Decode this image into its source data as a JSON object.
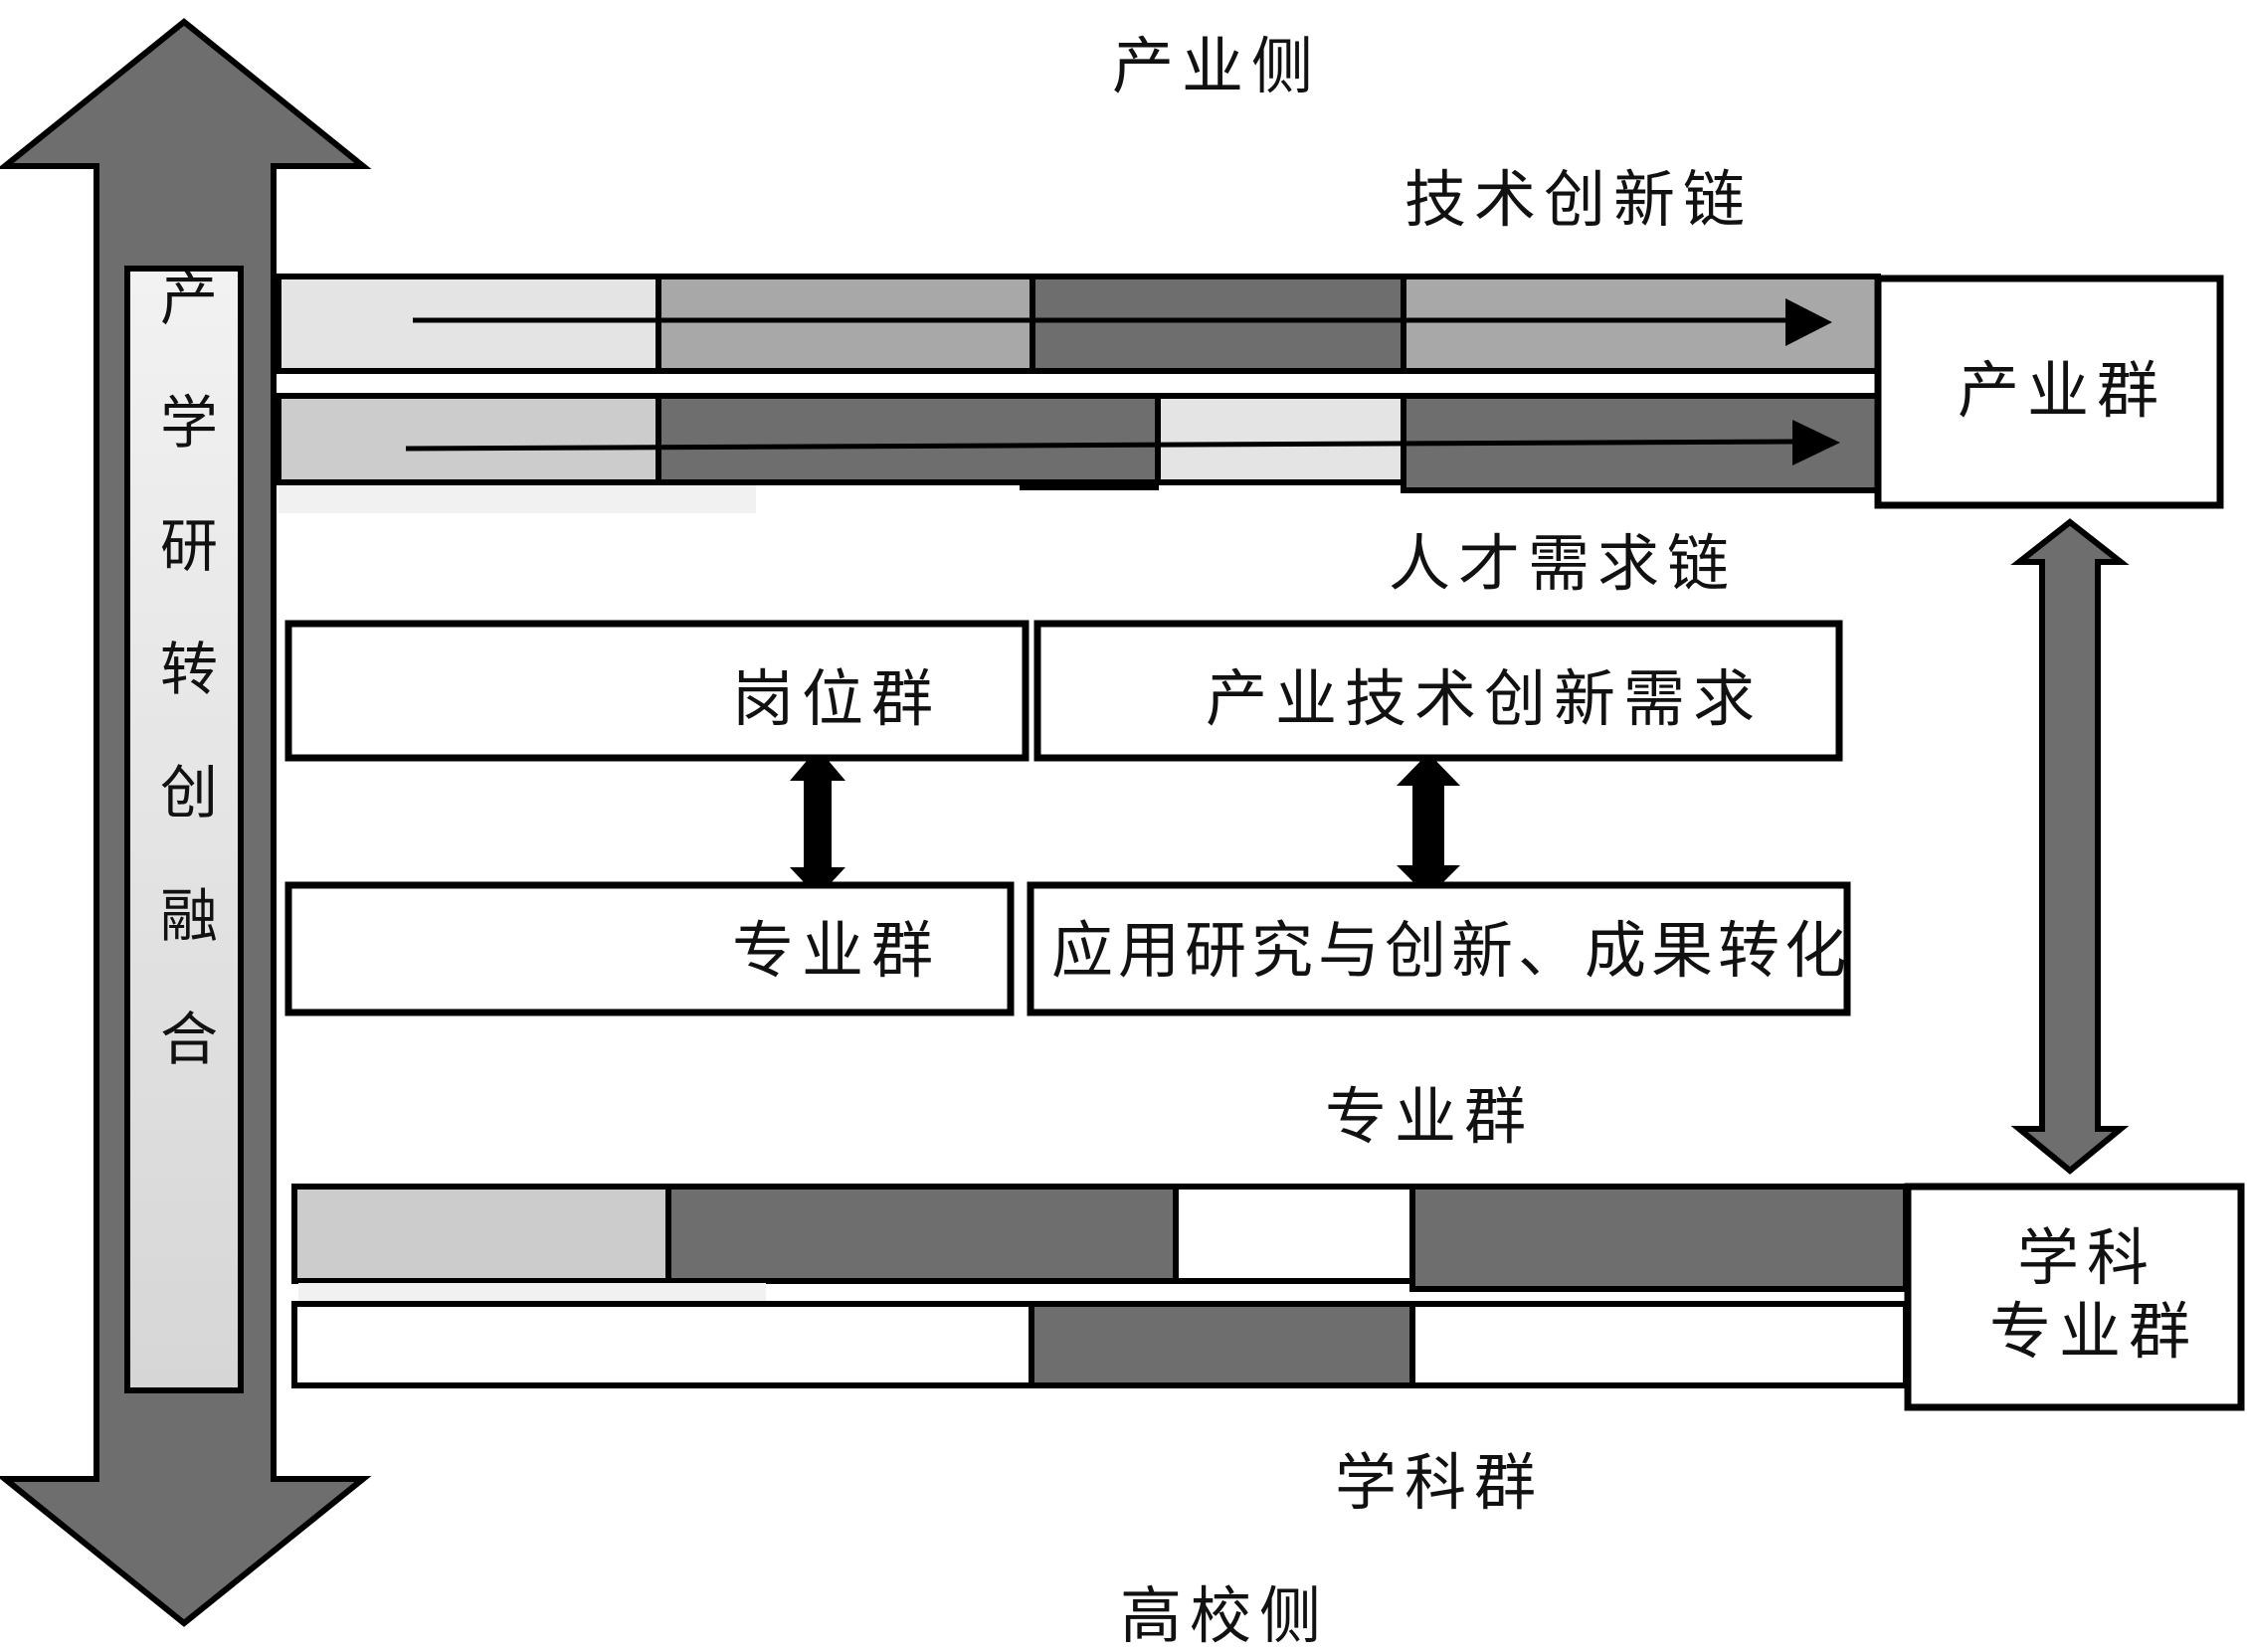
{
  "top_label": "产业侧",
  "bottom_label": "高校侧",
  "vertical_label": "产学研转创融合",
  "chain_top_title": "技术创新链",
  "chain_mid_title": "人才需求链",
  "industry_cluster": "产业群",
  "discipline_cluster": {
    "line1": "学科",
    "line2": "专业群"
  },
  "specialty_band_title": "专业群",
  "discipline_band_title": "学科群",
  "boxes": {
    "job_cluster": "岗位群",
    "specialty_cluster": "专业群",
    "tech_innovation_demand": "产业技术创新需求",
    "applied_research": "应用研究与创新、成果转化"
  },
  "colors": {
    "light": "#e4e4e4",
    "light2": "#cccccc",
    "mid": "#a8a8a8",
    "dark": "#6e6e6e",
    "arrow_fill": "#6e6e6e",
    "white": "#ffffff",
    "black": "#000000"
  }
}
